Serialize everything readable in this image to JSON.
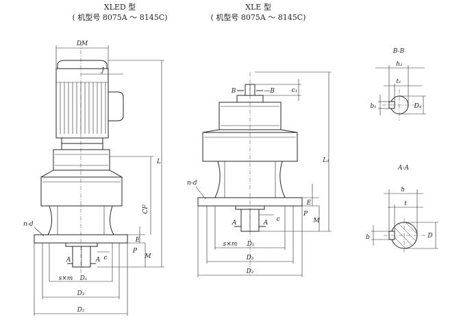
{
  "views": {
    "xled": {
      "title": "XLED 型",
      "subtitle": "( 机型号 8075A ～ 8145C)"
    },
    "xle": {
      "title": "XLE 型",
      "subtitle": "( 机型号 8075A ～ 8145C)"
    },
    "bb": {
      "title": "B-B"
    },
    "aa": {
      "title": "A-A"
    }
  },
  "labels": {
    "dm": "DM",
    "j": "J",
    "l": "L",
    "cf": "CF",
    "nd": "n-d",
    "e": "E",
    "p": "P",
    "m": "M",
    "c": "c",
    "a": "A",
    "sxm": "s×m",
    "d1": "D₁",
    "d3": "D₃",
    "d2": "D₂",
    "b_b": "B",
    "dash_b": "—B",
    "c1": "c₁",
    "l1": "L₁",
    "d4": "D₄",
    "h1": "h₁",
    "t1": "t₁",
    "b1": "b₁",
    "h": "h",
    "t": "t",
    "b": "b",
    "d": "D"
  }
}
